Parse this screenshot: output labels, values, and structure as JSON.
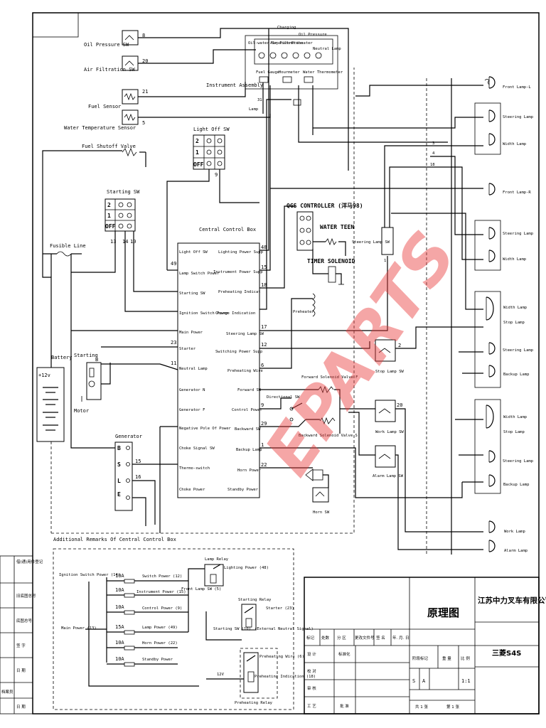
{
  "title_block": {
    "drawing_name": "原理图",
    "company": "江苏中力叉车有限公司",
    "model": "三菱S4S",
    "scale_label": "比 例",
    "scale_value": "1:1",
    "weight_label": "重 量",
    "stage_label": "阶段标记",
    "stage_s": "S",
    "stage_a": "A",
    "sheets_total": "共 1 张",
    "sheet_no": "第 1 张",
    "rev_headers": [
      "标记",
      "处数",
      "分 区",
      "更改文件号",
      "签 名",
      "年. 月. 日"
    ],
    "design": "设 计",
    "standard": "标准化",
    "check": "校 对",
    "review": "审 核",
    "process": "工 艺",
    "approve": "批 准"
  },
  "left_strip": [
    "借(通)用件登记",
    "旧底图总号",
    "底图总号",
    "签 字",
    "日 期",
    "档案员",
    "日 期"
  ],
  "watermark": "EPARTS",
  "labels": {
    "oil_pressure_sw": "Oil Pressure SW",
    "air_filtration_sw": "Air Filtration SW",
    "fuel_sensor": "Fuel Sensor",
    "water_temp_sensor": "Water Temperature Sensor",
    "fuel_shutoff_valve": "Fuel Shutoff Valve",
    "instrument_assembly": "Instrument Assembly",
    "light_off_sw": "Light Off SW",
    "starting_sw": "Starting SW",
    "central_control_box": "Central Control Box",
    "fusible_line": "Fusible Line",
    "battery": "Battery",
    "battery_v": "+12v",
    "starting": "Starting",
    "motor": "Motor",
    "generator": "Generator",
    "qgs_controller": "QGS CONTROLLER (洋马98)",
    "water_teen": "WATER TEEN",
    "timer_solenoid": "TIMER SOLENOID",
    "preheater": "Preheater",
    "steering_lamp_sw": "Steering Lamp SW",
    "stop_lamp_sw": "Stop Lamp SW",
    "work_lamp_sw": "Work Lamp SW",
    "alarm_lamp_sw": "Alarm Lamp SW",
    "horn_sw": "Horn SW",
    "directional_sw": "Directional SW",
    "forward_valve": "Forward Solenoid Valve F",
    "backward_valve": "Backward Solenoid Valve S",
    "front_lamp_l": "Front Lamp-L",
    "front_lamp_r": "Front Lamp-R",
    "steering_lamp": "Steering Lamp",
    "width_lamp": "Width Lamp",
    "stop_lamp": "Stop Lamp",
    "backup_lamp": "Backup Lamp",
    "work_lamp": "Work Lamp",
    "alarm_lamp": "Alarm Lamp",
    "additional_remarks": "Additional Remarks Of Central Control Box",
    "charging": "Charging",
    "oil_pressure": "Oil Pressure",
    "oil_water_separator": "Oil-water Separator",
    "air_filtration": "Air Filtration",
    "preheater_ind": "Preheater",
    "neutral_lamp_ind": "Neutral Lamp",
    "fuel_gauge": "Fuel Gauge",
    "hourmeter": "Hourmeter",
    "water_thermometer": "Water Thermometer",
    "lamp": "Lamp",
    "gen_b": "B",
    "gen_s": "S",
    "gen_l": "L",
    "gen_e": "E",
    "key_pos_2": "2",
    "key_pos_1": "1",
    "key_pos_off": "OFF",
    "start_b": "B"
  },
  "ccb_left": [
    "Light Off SW",
    "Lamp Switch Power",
    "Starting SW",
    "Ignition Switch Power",
    "Main Power",
    "Starter",
    "Neutral Lamp",
    "Generator N",
    "Generator F",
    "Negative Pole Of Power",
    "Choke Signal SW",
    "Thermo-switch",
    "Choke Power"
  ],
  "ccb_right": [
    "Lighting Power Supp",
    "Instrument Power Supp",
    "Preheating Indicat",
    "Charge Indication",
    "Steering Lamp SW",
    "Switching Power Supp",
    "Preheating Wire",
    "Forward SW",
    "Control Power",
    "Backward SW",
    "Backup Lamp",
    "Horn Power",
    "Standby Power"
  ],
  "wire_numbers": [
    "8",
    "20",
    "21",
    "5",
    "31",
    "9",
    "13",
    "14",
    "10",
    "48",
    "15",
    "18",
    "17",
    "12",
    "6",
    "9",
    "29",
    "1",
    "22",
    "23",
    "11",
    "15",
    "16",
    "2",
    "20",
    "3",
    "4",
    "18",
    "17",
    "1",
    "49"
  ],
  "remarks": {
    "ignition": "Ignition Switch Power (14)",
    "main": "Main Power (13)",
    "fuses": [
      "10A",
      "10A",
      "10A",
      "15A",
      "10A",
      "10A"
    ],
    "outputs": [
      "Switch Power (12)",
      "Instrument Power (15)",
      "Control Power (9)",
      "Lamp Power (49)",
      "Horn Power (22)",
      "Standby Power"
    ],
    "lamp_relay": "Lamp Relay",
    "lighting_power": "Lighting Power (48)",
    "front_lamp_sw": "Front Lamp SW (5)",
    "starting_relay": "Starting Relay",
    "starter_23": "Starter (23)",
    "starting_sw_10": "Starting SW (10)",
    "neutral_signal": "(External Neutral Signal)",
    "preheating_wire": "Preheating Wire (6)",
    "preheating_ind": "Preheating Indication (18)",
    "v12": "12V",
    "preheating_relay": "Preheating Relay"
  }
}
